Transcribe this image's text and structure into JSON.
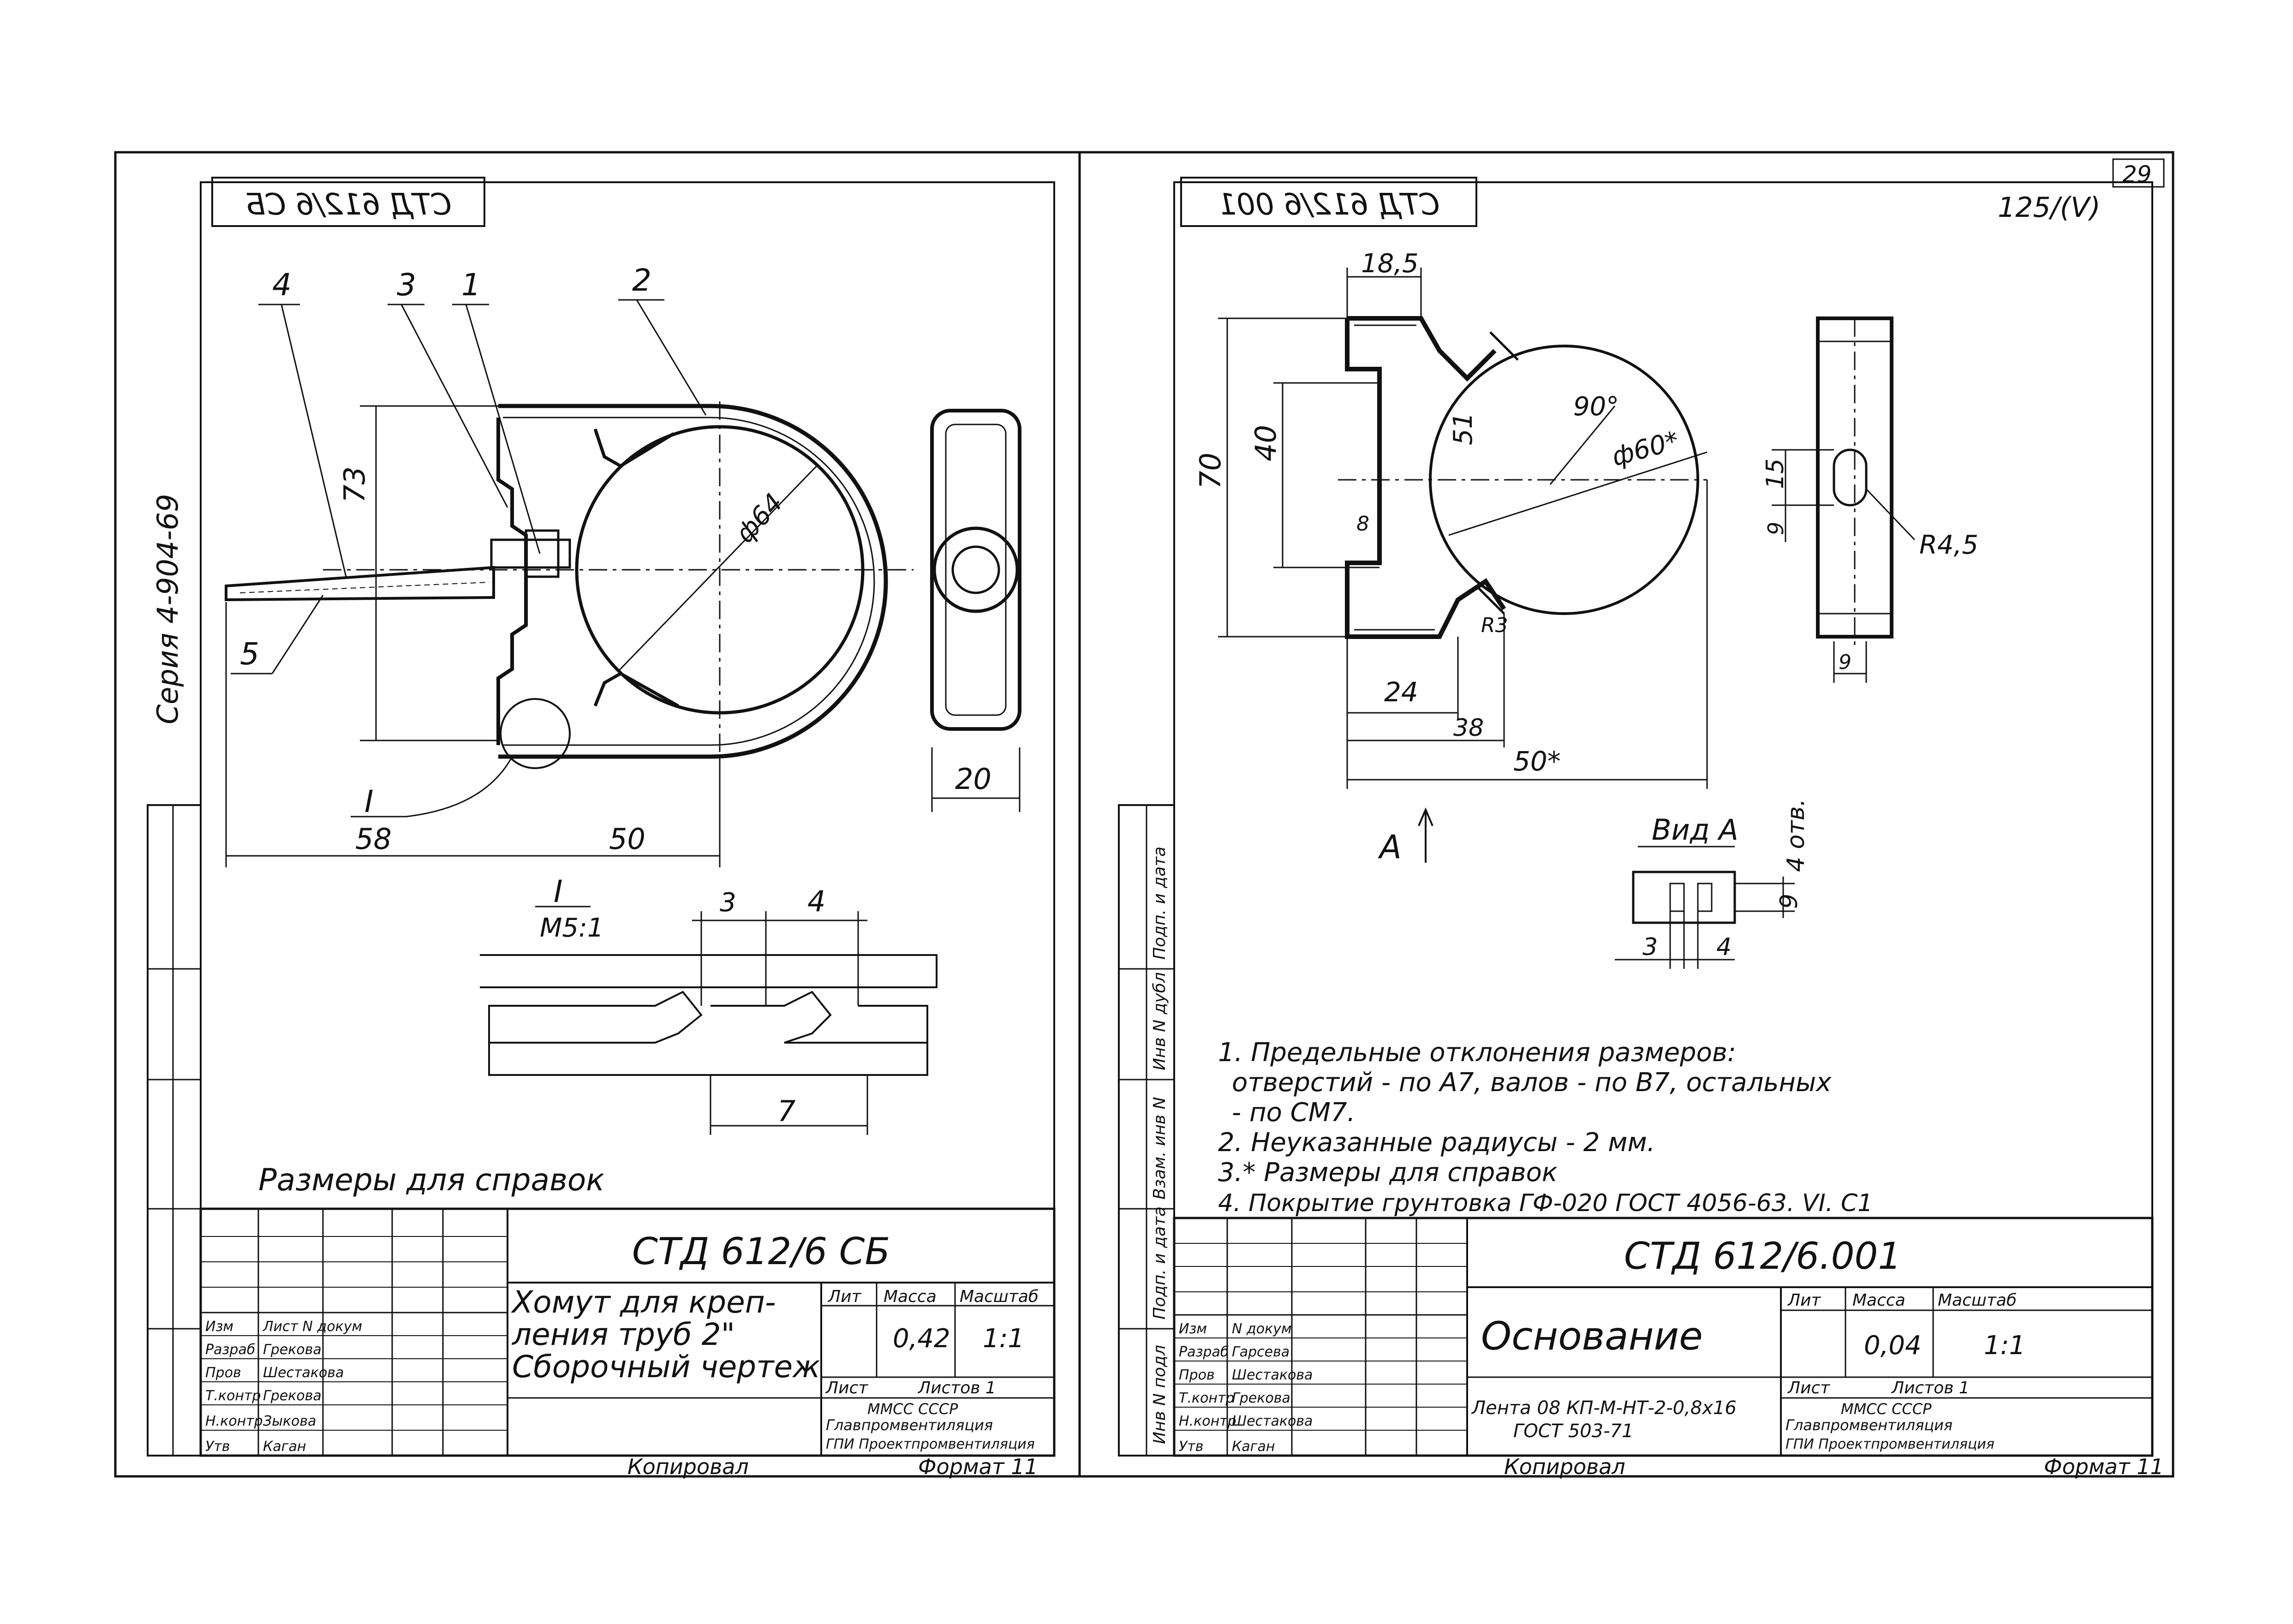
{
  "left_sheet": {
    "top_code_mirrored": "СТД 612/6 СБ",
    "side_series": "Серия 4-904-69",
    "part_numbers": [
      "4",
      "3",
      "1",
      "2",
      "5",
      "I"
    ],
    "dims": {
      "d1": "73",
      "d2": "ф64",
      "d3": "20",
      "d4": "58",
      "d5": "50",
      "d6": "3",
      "d7": "4",
      "d8": "7"
    },
    "detail_label": "I",
    "detail_scale": "М5:1",
    "note": "Размеры для справок",
    "title_code": "СТД 612/6 СБ",
    "title_name": [
      "Хомут для креп-",
      "ления труб 2\"",
      "Сборочный чертеж"
    ],
    "col_lit": "Лит",
    "col_mass": "Масса",
    "col_scale": "Масштаб",
    "mass": "0,42",
    "scale": "1:1",
    "sheet": "Лист",
    "sheets": "Листов 1",
    "org": [
      "ММСС СССР",
      "Главпромвентиляция",
      "ГПИ Проектпромвентиляция"
    ],
    "roles": [
      "Изм",
      "Разраб",
      "Пров",
      "Т.контр",
      "Н.контр",
      "Утв"
    ],
    "names": [
      "Лист N докум",
      "Грекова",
      "Шестакова",
      "Грекова",
      "Зыкова",
      "Каган"
    ],
    "copy": "Копировал",
    "format": "Формат 11"
  },
  "right_sheet": {
    "page_no": "29",
    "top_code_mirrored": "СТД 612/6 001",
    "roughness": "125/(V)",
    "dims": {
      "d1": "18,5",
      "d2": "70",
      "d3": "40",
      "d4": "51",
      "d5": "90°",
      "d6": "ф60*",
      "d7": "8",
      "d8": "R3",
      "d9": "24",
      "d10": "38",
      "d11": "50*",
      "d12": "15",
      "d13": "9",
      "d14": "R4,5",
      "d15": "9",
      "d16": "3",
      "d17": "4",
      "d18": "9"
    },
    "view_a": "А",
    "view_label": "Вид А",
    "holes": "4 отв.",
    "notes": [
      "1. Предельные отклонения размеров:",
      "отверстий - по А7, валов - по В7, остальных",
      "- по СМ7.",
      "2. Неуказанные радиусы - 2 мм.",
      "3.* Размеры для справок",
      "4. Покрытие грунтовка ГФ-020 ГОСТ 4056-63. VI. С1"
    ],
    "title_code": "СТД 612/6.001",
    "title_name": "Основание",
    "col_lit": "Лит",
    "col_mass": "Масса",
    "col_scale": "Масштаб",
    "mass": "0,04",
    "scale": "1:1",
    "sheet": "Лист",
    "sheets": "Листов 1",
    "material": [
      "Лента 08 КП-М-НТ-2-0,8х16",
      "ГОСТ 503-71"
    ],
    "org": [
      "ММСС СССР",
      "Главпромвентиляция",
      "ГПИ Проектпромвентиляция"
    ],
    "roles": [
      "Изм",
      "Разраб",
      "Пров",
      "Т.контр",
      "Н.контр",
      "Утв"
    ],
    "names": [
      "N докум",
      "Гарсева",
      "Шестакова",
      "Грекова",
      "Шестакова",
      "Каган"
    ],
    "copy": "Копировал",
    "format": "Формат 11"
  },
  "side_stamps": [
    "Инв N подл",
    "Подп. и дата",
    "Взам. инв N",
    "Инв N дубл",
    "Подп. и дата"
  ]
}
